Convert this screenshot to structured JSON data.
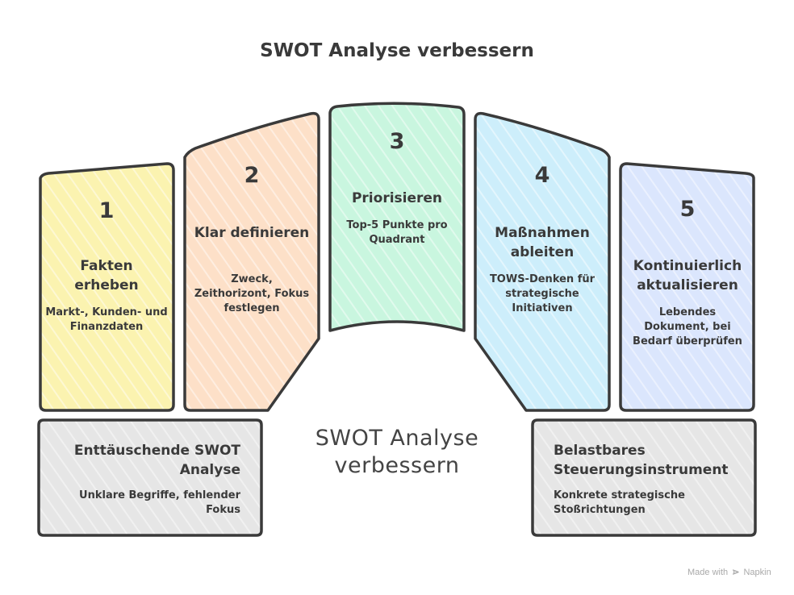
{
  "title": "SWOT Analyse verbessern",
  "steps": [
    {
      "number": "1",
      "title": "Fakten erheben",
      "description": "Markt-, Kunden- und Finanzdaten",
      "color": "#fbf3b0"
    },
    {
      "number": "2",
      "title": "Klar definieren",
      "description": "Zweck, Zeithorizont, Fokus festlegen",
      "color": "#fde0c8"
    },
    {
      "number": "3",
      "title": "Priorisieren",
      "description": "Top-5 Punkte pro Quadrant",
      "color": "#c9f6df"
    },
    {
      "number": "4",
      "title": "Maßnahmen ableiten",
      "description": "TOWS-Denken für strategische Initiativen",
      "color": "#cdeefb"
    },
    {
      "number": "5",
      "title": "Kontinuierlich aktualisieren",
      "description": "Lebendes Dokument, bei Bedarf überprüfen",
      "color": "#dbe6fd"
    }
  ],
  "left_box": {
    "title": "Enttäuschende SWOT Analyse",
    "description": "Unklare Begriffe, fehlender Fokus",
    "color": "#e6e6e6"
  },
  "right_box": {
    "title": "Belastbares Steuerungsinstrument",
    "description": "Konkrete strategische Stoßrichtungen",
    "color": "#e6e6e6"
  },
  "center_label": "SWOT Analyse verbessern",
  "branding": {
    "prefix": "Made with",
    "name": "Napkin"
  },
  "colors": {
    "stroke": "#3a3a3a",
    "text": "#3a3a3a"
  }
}
